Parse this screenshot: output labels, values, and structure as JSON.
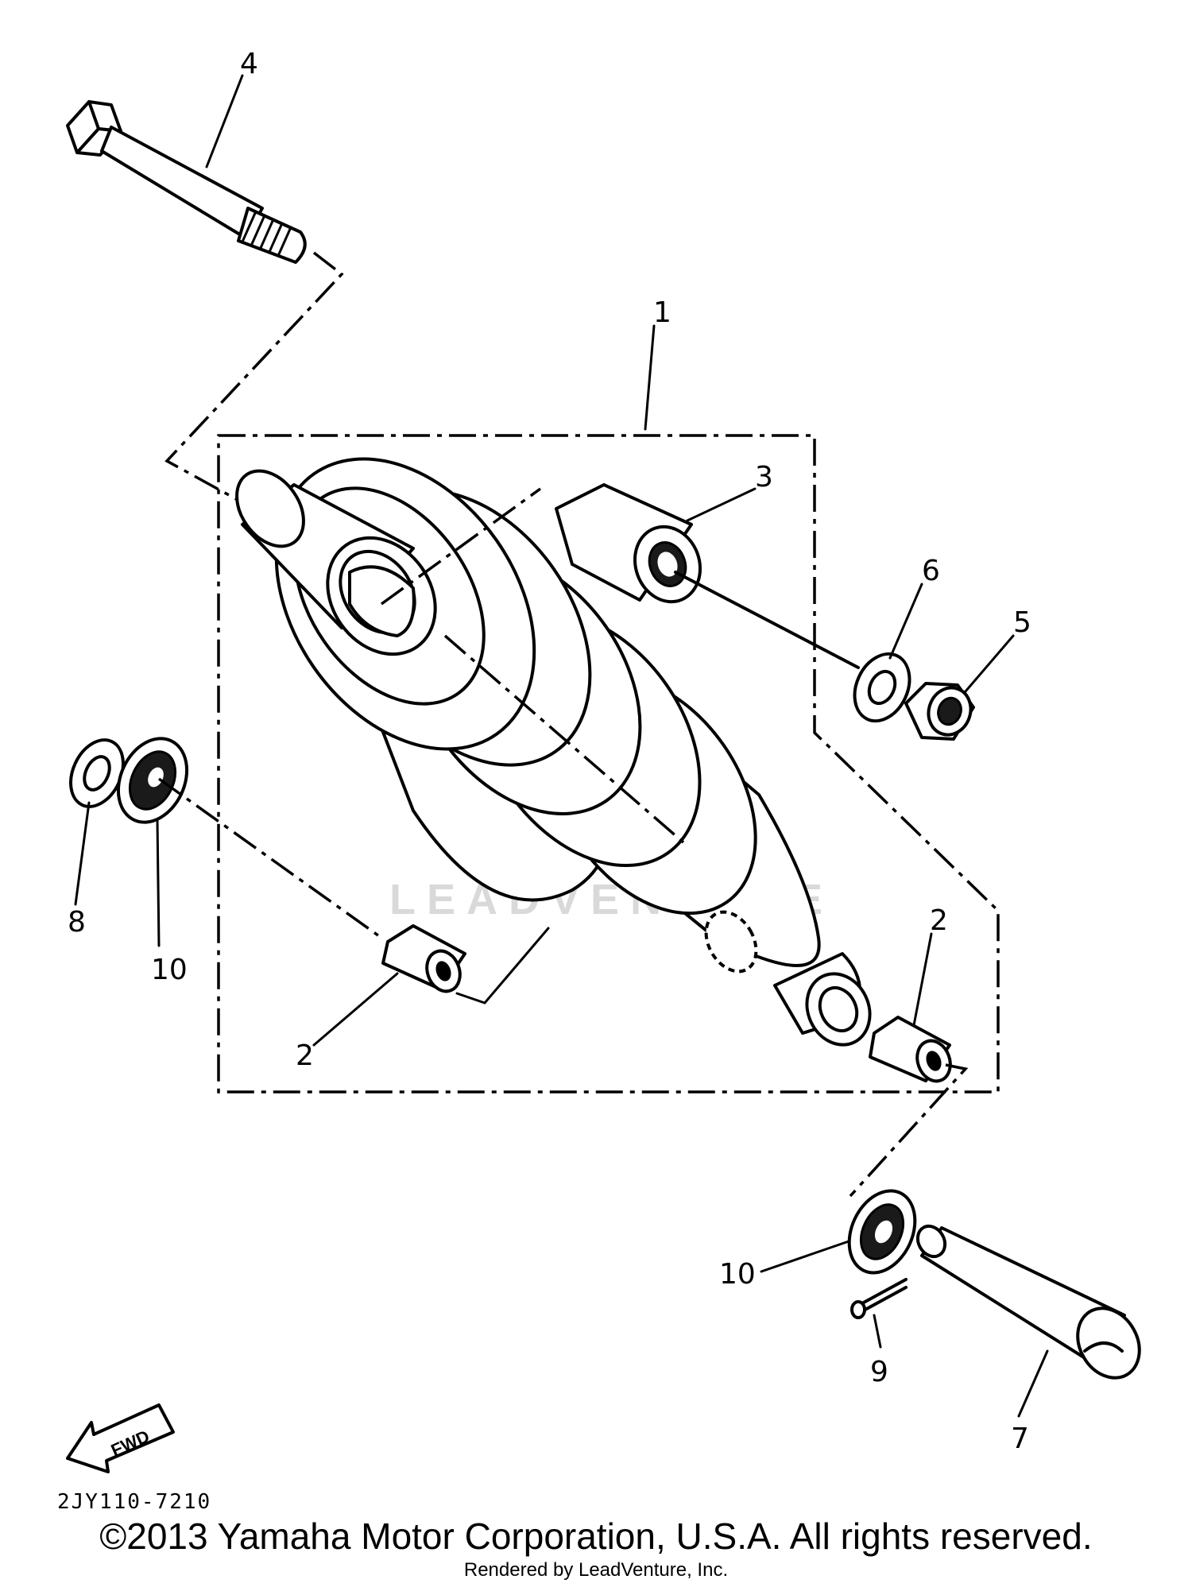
{
  "callouts": {
    "c1": "1",
    "c2a": "2",
    "c2b": "2",
    "c3": "3",
    "c4": "4",
    "c5": "5",
    "c6": "6",
    "c7": "7",
    "c8": "8",
    "c9": "9",
    "c10a": "10",
    "c10b": "10"
  },
  "diagram_code": "2JY110-7210",
  "fwd_label": "FWD",
  "watermark": "LEADVENTURE",
  "copyright": "©2013 Yamaha Motor Corporation, U.S.A. All rights reserved.",
  "rendered_by": "Rendered by LeadVenture, Inc."
}
